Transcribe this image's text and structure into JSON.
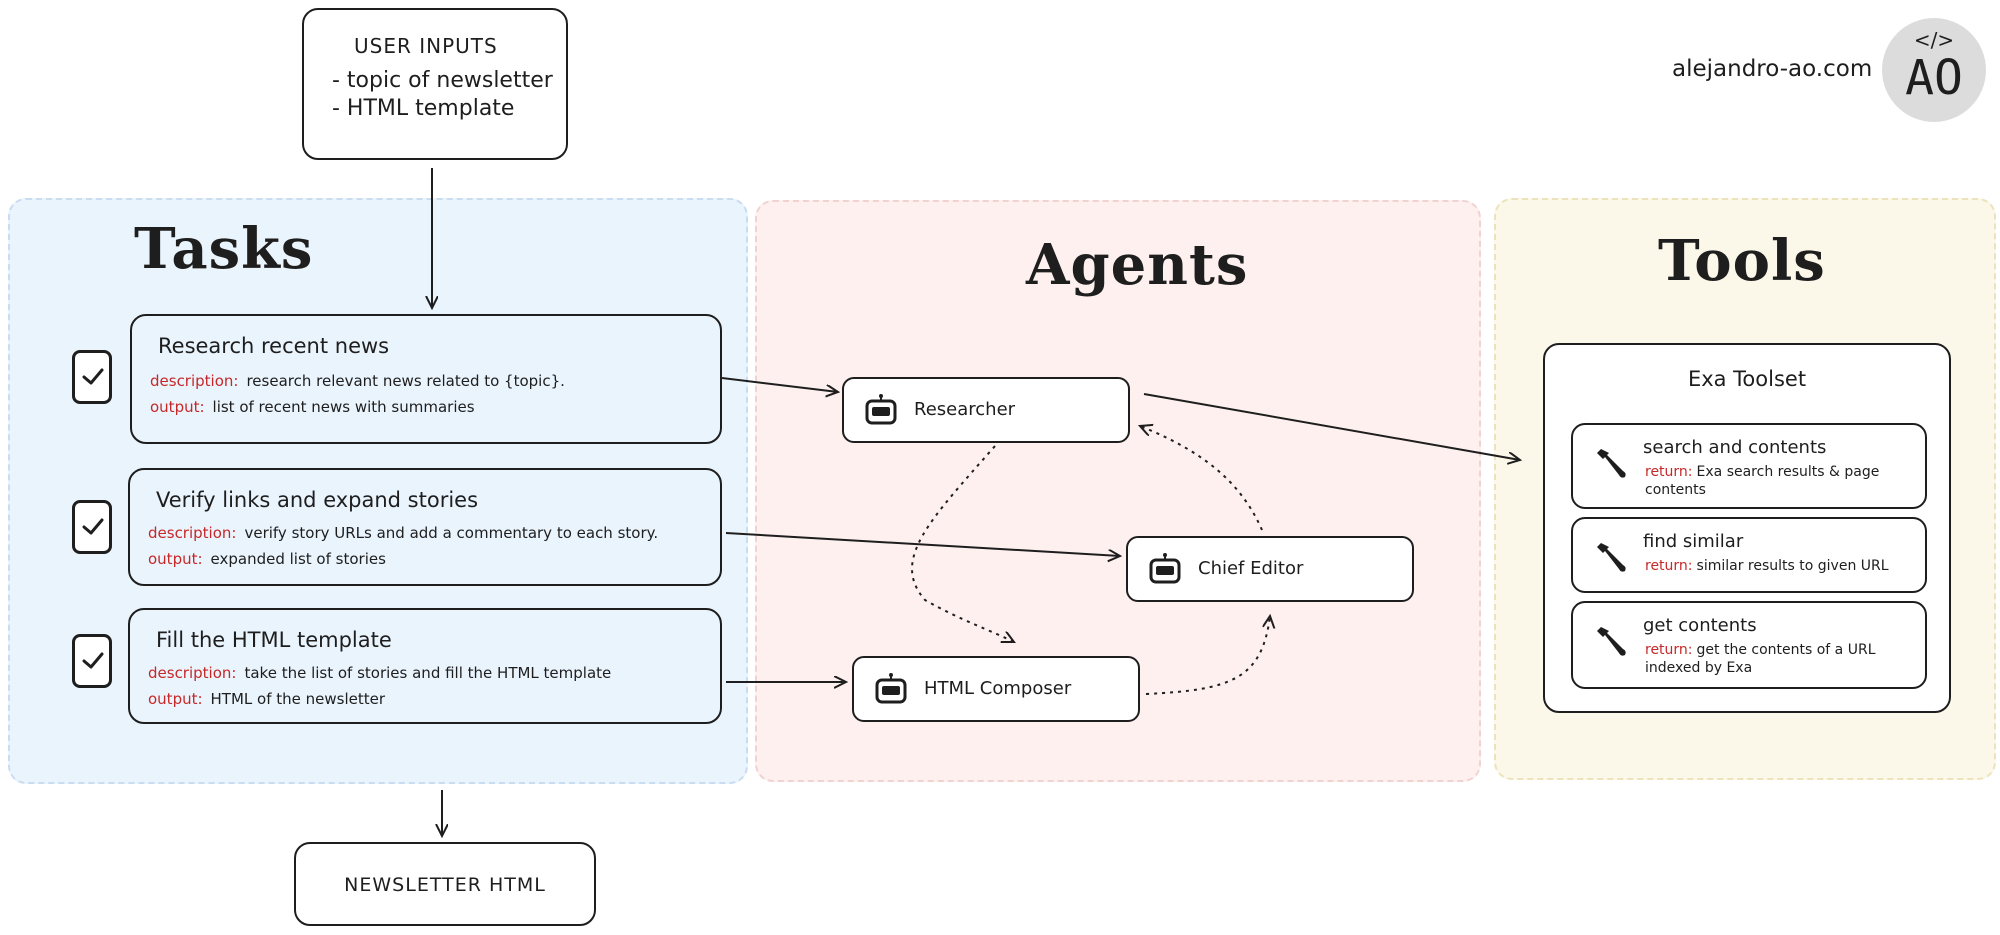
{
  "user_inputs": {
    "title": "USER INPUTS",
    "lines": [
      "- topic of newsletter",
      "- HTML template"
    ]
  },
  "panels": {
    "tasks_title": "Tasks",
    "agents_title": "Agents",
    "tools_title": "Tools"
  },
  "tasks": [
    {
      "title": "Research recent news",
      "description_key": "description:",
      "description": "research relevant news related to {topic}.",
      "output_key": "output:",
      "output": "list of recent news with summaries"
    },
    {
      "title": "Verify links and expand stories",
      "description_key": "description:",
      "description": "verify story URLs and add a commentary to each story.",
      "output_key": "output:",
      "output": "expanded list of stories"
    },
    {
      "title": "Fill the HTML template",
      "description_key": "description:",
      "description": "take the list of stories and fill the HTML template",
      "output_key": "output:",
      "output": "HTML of the newsletter"
    }
  ],
  "agents": {
    "researcher": "Researcher",
    "chief_editor": "Chief Editor",
    "html_composer": "HTML Composer"
  },
  "toolset": {
    "title": "Exa Toolset",
    "tools": [
      {
        "name": "search and contents",
        "return_key": "return:",
        "return": "Exa search results & page contents"
      },
      {
        "name": "find similar",
        "return_key": "return:",
        "return": "similar results to given URL"
      },
      {
        "name": "get contents",
        "return_key": "return:",
        "return": "get the contents of a URL indexed by Exa"
      }
    ]
  },
  "output_box": {
    "label": "NEWSLETTER HTML"
  },
  "brand": {
    "site": "alejandro-ao.com",
    "badge_code": "</>",
    "badge_initials": "AO"
  },
  "colors": {
    "tasks_bg": "#eaf4fd",
    "agents_bg": "#fdf0ef",
    "tools_bg": "#fbf8e9",
    "key_red": "#c62828",
    "ink": "#1e1e1e"
  },
  "icons": [
    "checkbox-checked-icon",
    "robot-icon",
    "wrench-icon",
    "arrow-icon"
  ]
}
